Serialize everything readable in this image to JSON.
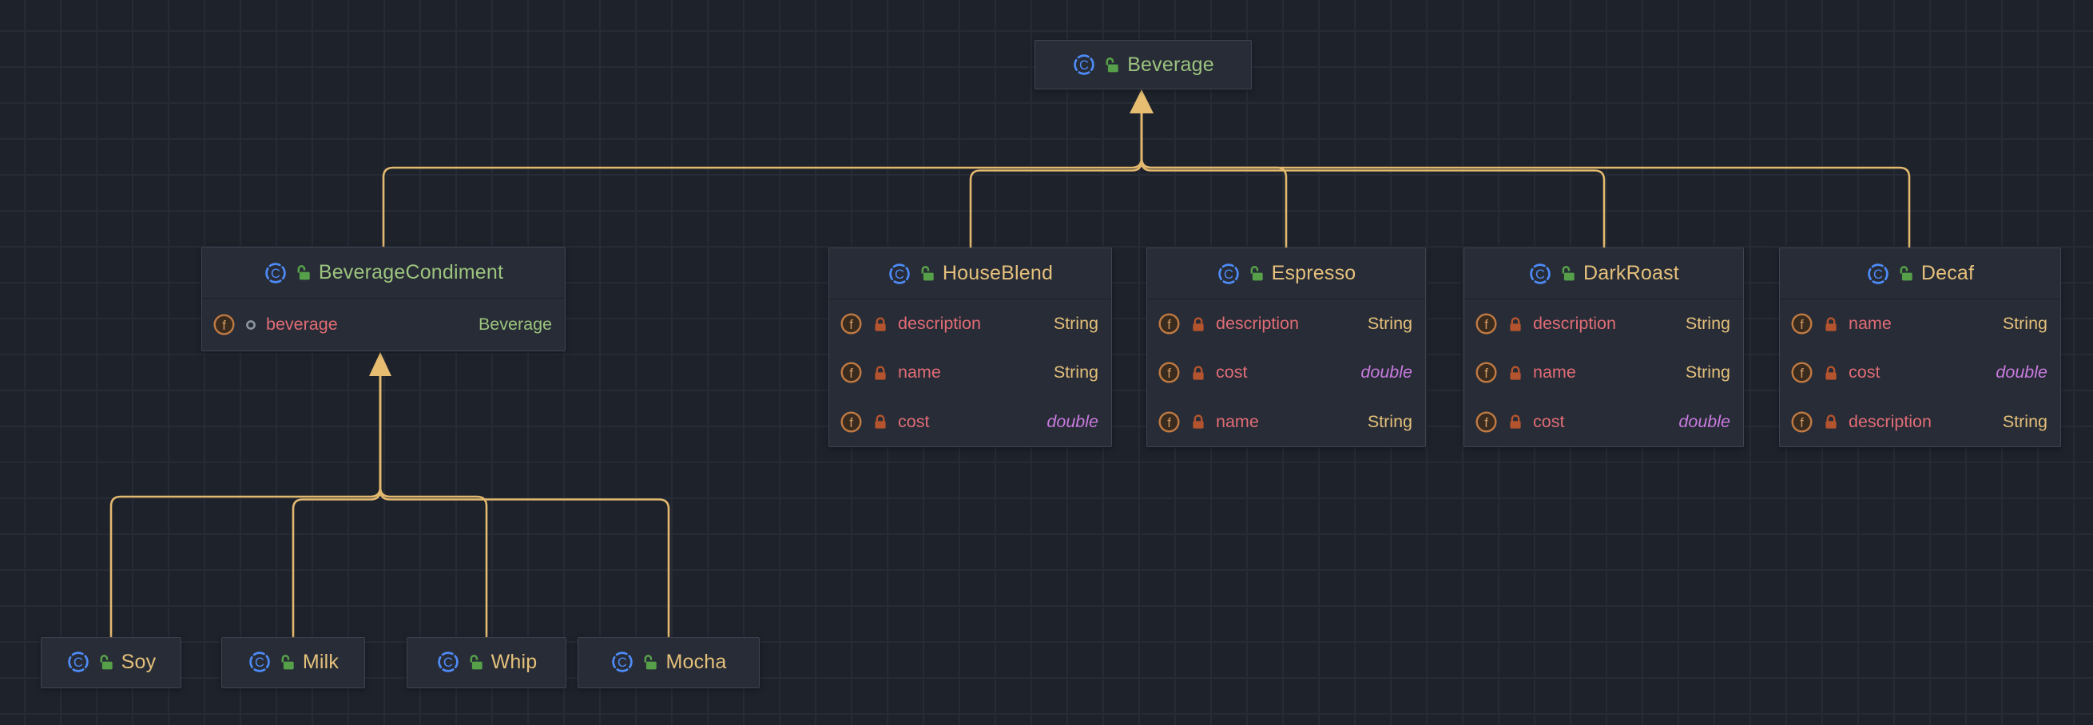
{
  "diagram": {
    "kind": "uml-class-diagram",
    "edge_color": "#e3b96f",
    "canvas_bg": "#1e222b",
    "node_bg": "#272c36"
  },
  "icons": {
    "class_letter": "C",
    "field_letter": "f"
  },
  "classes": [
    {
      "name": "Beverage",
      "tone": "green",
      "fields": []
    },
    {
      "name": "BeverageCondiment",
      "tone": "green",
      "fields": [
        {
          "name": "beverage",
          "type": "Beverage",
          "kind": "ref",
          "visibility": "package"
        }
      ]
    },
    {
      "name": "HouseBlend",
      "tone": "yellow",
      "fields": [
        {
          "name": "description",
          "type": "String",
          "kind": "string",
          "visibility": "private"
        },
        {
          "name": "name",
          "type": "String",
          "kind": "string",
          "visibility": "private"
        },
        {
          "name": "cost",
          "type": "double",
          "kind": "double",
          "visibility": "private"
        }
      ]
    },
    {
      "name": "Espresso",
      "tone": "yellow",
      "fields": [
        {
          "name": "description",
          "type": "String",
          "kind": "string",
          "visibility": "private"
        },
        {
          "name": "cost",
          "type": "double",
          "kind": "double",
          "visibility": "private"
        },
        {
          "name": "name",
          "type": "String",
          "kind": "string",
          "visibility": "private"
        }
      ]
    },
    {
      "name": "DarkRoast",
      "tone": "yellow",
      "fields": [
        {
          "name": "description",
          "type": "String",
          "kind": "string",
          "visibility": "private"
        },
        {
          "name": "name",
          "type": "String",
          "kind": "string",
          "visibility": "private"
        },
        {
          "name": "cost",
          "type": "double",
          "kind": "double",
          "visibility": "private"
        }
      ]
    },
    {
      "name": "Decaf",
      "tone": "yellow",
      "fields": [
        {
          "name": "name",
          "type": "String",
          "kind": "string",
          "visibility": "private"
        },
        {
          "name": "cost",
          "type": "double",
          "kind": "double",
          "visibility": "private"
        },
        {
          "name": "description",
          "type": "String",
          "kind": "string",
          "visibility": "private"
        }
      ]
    },
    {
      "name": "Soy",
      "tone": "yellow",
      "fields": []
    },
    {
      "name": "Milk",
      "tone": "yellow",
      "fields": []
    },
    {
      "name": "Whip",
      "tone": "yellow",
      "fields": []
    },
    {
      "name": "Mocha",
      "tone": "yellow",
      "fields": []
    }
  ]
}
